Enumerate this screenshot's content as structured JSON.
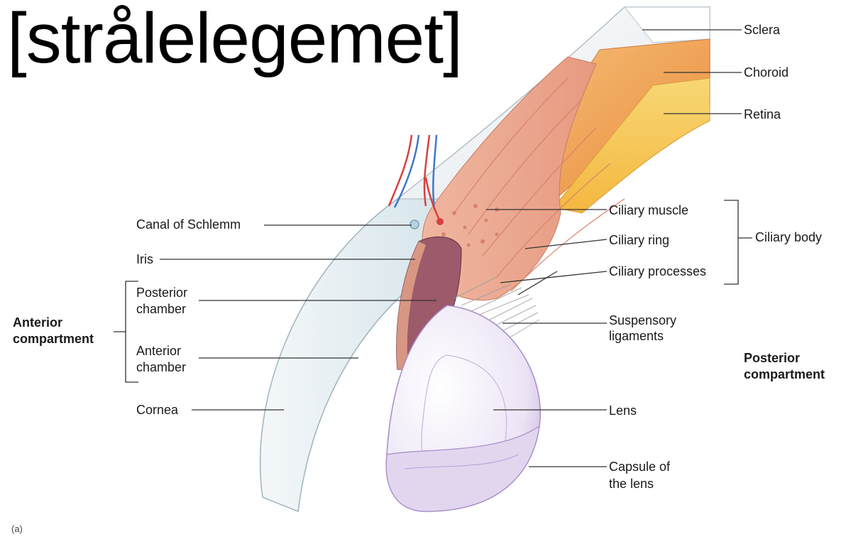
{
  "title": "[strålelegemet]",
  "labels": {
    "sclera": "Sclera",
    "choroid": "Choroid",
    "retina": "Retina",
    "canal_of_schlemm": "Canal of Schlemm",
    "iris": "Iris",
    "posterior_chamber_1": "Posterior",
    "posterior_chamber_2": "chamber",
    "anterior_chamber_1": "Anterior",
    "anterior_chamber_2": "chamber",
    "anterior_compartment_1": "Anterior",
    "anterior_compartment_2": "compartment",
    "cornea": "Cornea",
    "ciliary_muscle": "Ciliary muscle",
    "ciliary_ring": "Ciliary ring",
    "ciliary_processes": "Ciliary processes",
    "ciliary_body": "Ciliary body",
    "suspensory_ligaments_1": "Suspensory",
    "suspensory_ligaments_2": "ligaments",
    "posterior_compartment_1": "Posterior",
    "posterior_compartment_2": "compartment",
    "lens": "Lens",
    "capsule_of_lens_1": "Capsule of",
    "capsule_of_lens_2": "the lens",
    "figure_marker": "(a)"
  },
  "colors": {
    "sclera": "#eef2f6",
    "choroid": "#f0a24a",
    "retina": "#f7c64e",
    "ciliary_tissue": "#eaa58c",
    "cornea": "#cfe3ea",
    "iris": "#9c5a6b",
    "lens": "#d7c8ea",
    "leader_lines": "#333333"
  }
}
